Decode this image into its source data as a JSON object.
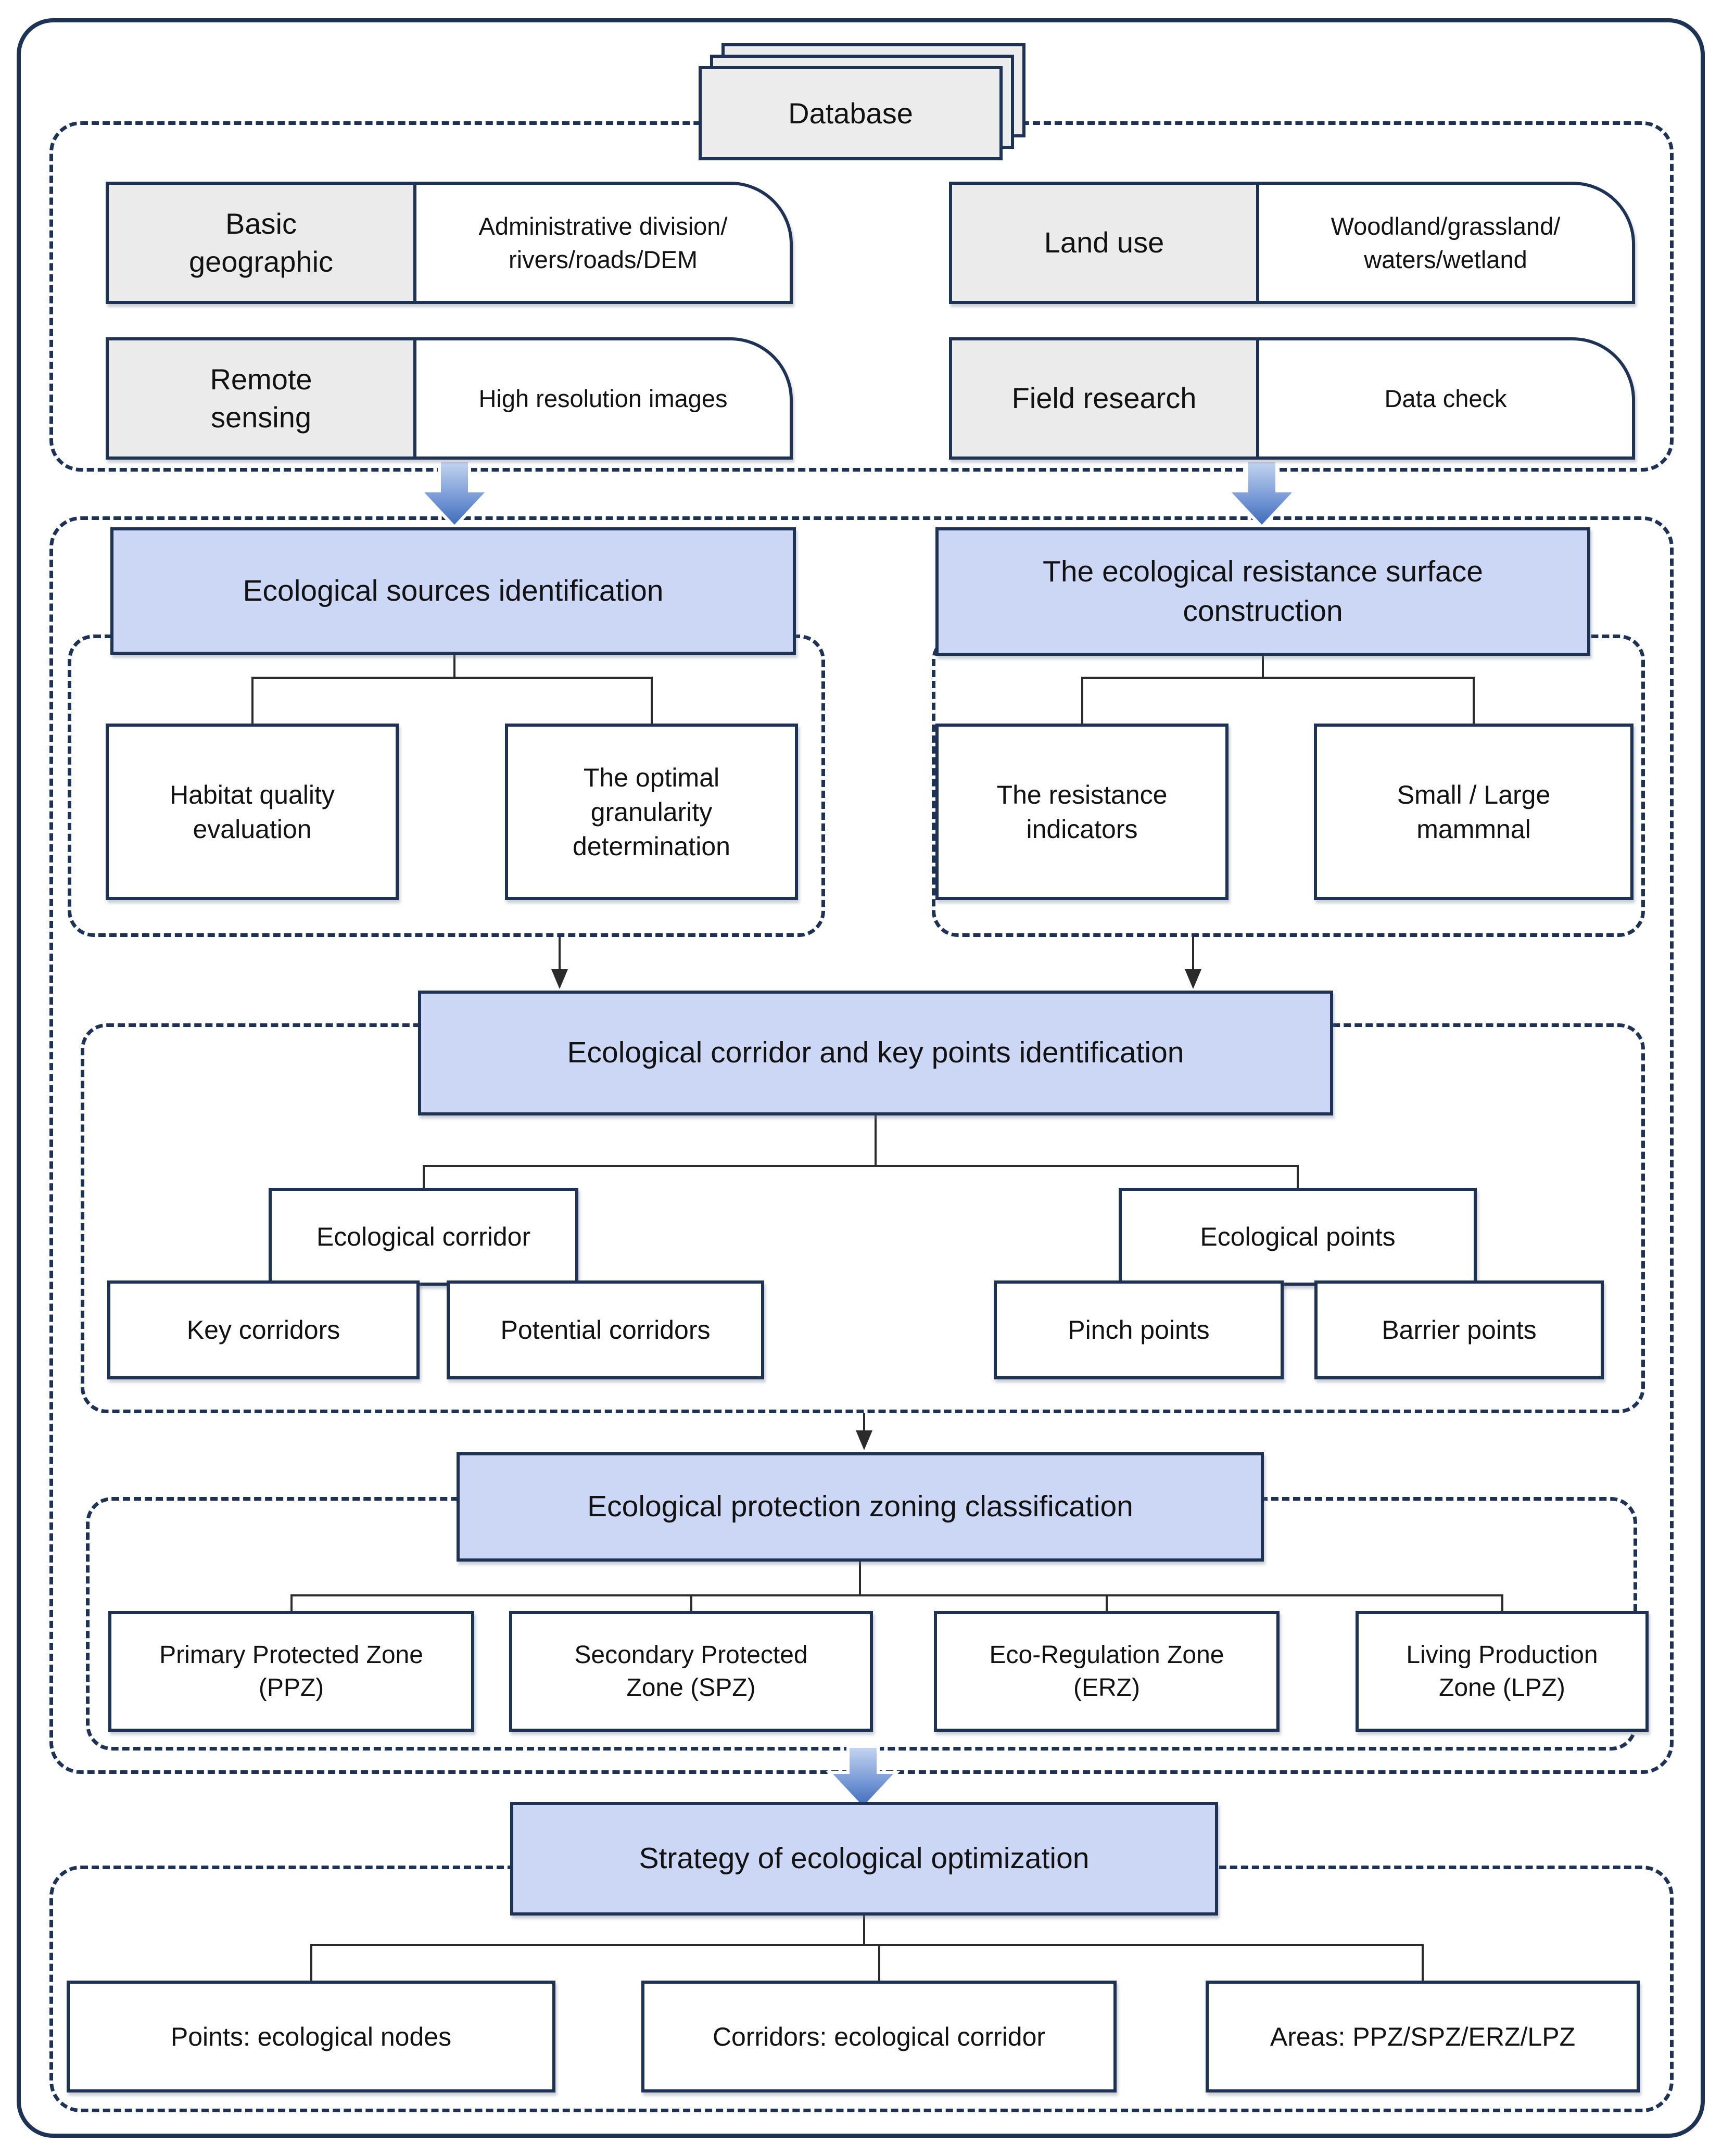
{
  "diagram": {
    "database_label": "Database",
    "inputs": [
      {
        "category": "Basic\ngeographic",
        "detail": "Administrative division/\nrivers/roads/DEM"
      },
      {
        "category": "Land use",
        "detail": "Woodland/grassland/\nwaters/wetland"
      },
      {
        "category": "Remote\nsensing",
        "detail": "High resolution images"
      },
      {
        "category": "Field research",
        "detail": "Data check"
      }
    ],
    "stages": {
      "sources": {
        "header": "Ecological sources identification",
        "children": [
          "Habitat quality\nevaluation",
          "The optimal\ngranularity\ndetermination"
        ]
      },
      "resistance": {
        "header": "The ecological resistance surface\nconstruction",
        "children": [
          "The resistance\nindicators",
          "Small / Large\nmammnal"
        ]
      },
      "corridor": {
        "header": "Ecological corridor and key points identification",
        "groups": [
          {
            "parent": "Ecological corridor",
            "children": [
              "Key corridors",
              "Potential corridors"
            ]
          },
          {
            "parent": "Ecological points",
            "children": [
              "Pinch points",
              "Barrier points"
            ]
          }
        ]
      },
      "zoning": {
        "header": "Ecological protection zoning classification",
        "zones": [
          "Primary Protected Zone\n(PPZ)",
          "Secondary Protected\nZone (SPZ)",
          "Eco-Regulation Zone\n(ERZ)",
          "Living Production\nZone (LPZ)"
        ]
      },
      "strategy": {
        "header": "Strategy of ecological optimization",
        "children": [
          "Points: ecological nodes",
          "Corridors: ecological corridor",
          "Areas: PPZ/SPZ/ERZ/LPZ"
        ]
      }
    },
    "colors": {
      "border_navy": "#1e3255",
      "header_fill": "#ccd6f5",
      "category_fill": "#ebebeb",
      "arrow_gradient_top": "#c3d4ef",
      "arrow_gradient_bottom": "#3f6cba"
    }
  }
}
